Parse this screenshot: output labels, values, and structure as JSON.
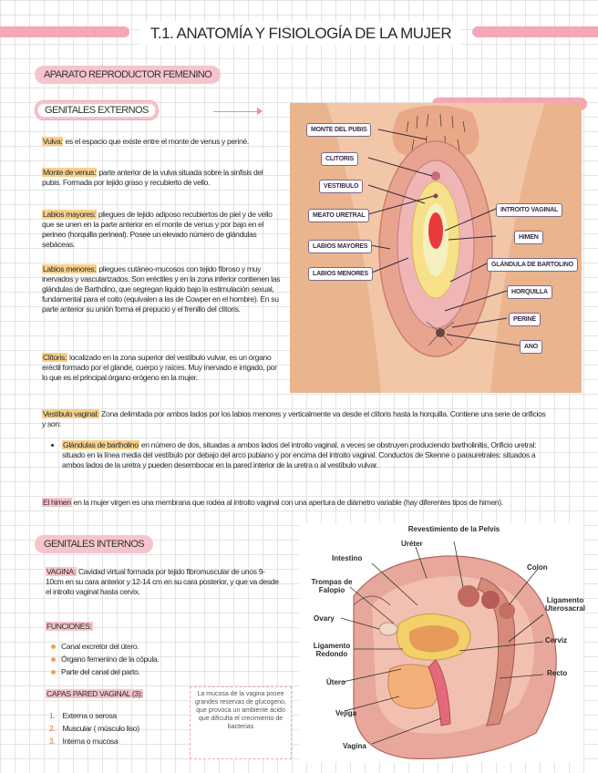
{
  "header": {
    "title": "T.1. ANATOMÍA Y FISIOLOGÍA DE LA MUJER",
    "accent": "#f4a7b4"
  },
  "section_main": "APARATO REPRODUCTOR FEMENINO",
  "externos": {
    "heading": "GENITALES EXTERNOS",
    "items": [
      {
        "term": "Vulva:",
        "text": " es el espacio que existe entre el monte de venus y periné."
      },
      {
        "term": "Monte de venus:",
        "text": " parte anterior de la vulva situada sobre la sinfisis del pubis. Formada por tejido graso y recubierto de vello."
      },
      {
        "term": "Labios mayores:",
        "text": " pliegues de tejido adiposo recubiertos de piel y de vello que se unen en la parte anterior en el monte de venus y por bajo en el perineo (horquilla perineal). Posee un elevado número de glándulas sebáceas."
      },
      {
        "term": "Labios menores:",
        "text": " pliegues cutáneo-mucosos con tejido fibroso y muy inervados y vascularizados. Son eréctiles y en la zona inferior contienen las glándulas de Barthdino, que segregan liquido bajo la estimulación sexual, fundamental para el coito (equivalen a las de Cowper en el hombre). En su parte anterior su unión forma el prepucio y el frenillo del clítoris."
      },
      {
        "term": "Clítoris:",
        "text": " localizado en la zona superior del vestíbulo vulvar, es un órgano eréctil formado por el glande, cuerpo y raíces. Muy inervado e irrigado, por lo que es el principal órgano erógeno en la mujer."
      }
    ],
    "vestibulo": {
      "term": "Vestíbulo vaginal:",
      "text": " Zona delimitada por ambos lados por los labios menores y verticalmente va desde el clítoris hasta la horquilla. Contiene una serie de orificios y son:",
      "bullet_term": "Glándulas de bartholino",
      "bullet_text": " en número de dos, situadas a ambos lados del introito vaginal, a veces se obstruyen produciendo bartholinitis, Orificio uretral: situado en la línea media del vestíbulo por debajo del arco pubiano y por encima del introito vaginal. Conductos de Skenne o parauretrales: situados a ambos lados de la uretra y pueden desembocar en la pared interior de la uretra o al vestíbulo vulvar."
    },
    "himen": {
      "term": "El himen",
      "text": " en la mujer virgen es una membrana que rodea al introito vaginal con una apertura de diámetro variable (hay diferentes tipos de himen)."
    }
  },
  "diagram_ext": {
    "left_labels": [
      "MONTE DEL PUBIS",
      "CLITORIS",
      "VESTIBULO",
      "MEATO URETRAL",
      "LABIOS MAYORES",
      "LABIOS MENORES"
    ],
    "right_labels": [
      "INTROITO VAGINAL",
      "HIMEN",
      "GLÁNDULA DE BARTOLINO",
      "HORQUILLA",
      "PERINÉ",
      "ANO"
    ]
  },
  "internos": {
    "heading": "GENITALES INTERNOS",
    "vagina_term": "VAGINA:",
    "vagina_text": " Cavidad virtual formada por tejido fibromuscular de unos 9-10cm en su cara anterior y 12-14 cm en su cara posterior, y que va desde el introito vaginal hasta cervix.",
    "funciones_heading": "FUNCIONES:",
    "funciones": [
      "Canal excretor del útero.",
      "Órgano femenino de la cópula.",
      "Parte del canal del parto."
    ],
    "capas_heading": "CAPAS PARED VAGINAL (3):",
    "capas": [
      {
        "n": "1.",
        "t": "Externa o serosa"
      },
      {
        "n": "2.",
        "t": "Muscular ( músculo liso)"
      },
      {
        "n": "3.",
        "t": "Interna o mucosa"
      }
    ],
    "note": "La mucosa de la vagina posee grandes reservas de glucogeno, que provoca un ambiente ácido que dificulta el crecimiento de bacterias"
  },
  "diagram_int": {
    "labels": [
      "Revestimiento de la Pelvis",
      "Uréter",
      "Intestino",
      "Colon",
      "Trompas de Falopio",
      "Ligamento Uterosacral",
      "Ovary",
      "Cerviz",
      "Ligamento Redondo",
      "Recto",
      "Útero",
      "Vejiga",
      "Vagina"
    ]
  }
}
